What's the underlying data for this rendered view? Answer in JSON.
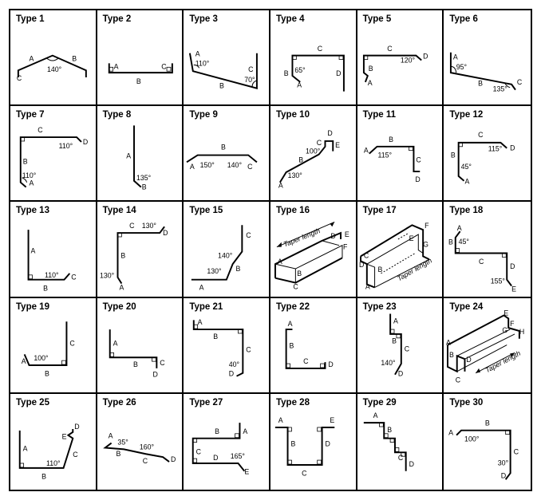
{
  "types": [
    {
      "title": "Type 1",
      "labels": {
        "a": "A",
        "b": "B",
        "c": "C",
        "ang": "140°"
      }
    },
    {
      "title": "Type 2",
      "labels": {
        "a": "A",
        "b": "B",
        "c": "C"
      }
    },
    {
      "title": "Type 3",
      "labels": {
        "a": "A",
        "b": "B",
        "c": "C",
        "ang1": "110°",
        "ang2": "70°"
      }
    },
    {
      "title": "Type 4",
      "labels": {
        "a": "A",
        "b": "B",
        "c": "C",
        "d": "D",
        "ang": "65°"
      }
    },
    {
      "title": "Type 5",
      "labels": {
        "a": "A",
        "b": "B",
        "c": "C",
        "d": "D",
        "ang": "120°"
      }
    },
    {
      "title": "Type 6",
      "labels": {
        "a": "A",
        "b": "B",
        "c": "C",
        "ang1": "95°",
        "ang2": "135°"
      }
    },
    {
      "title": "Type 7",
      "labels": {
        "a": "A",
        "b": "B",
        "c": "C",
        "d": "D",
        "ang1": "110°",
        "ang2": "110°"
      }
    },
    {
      "title": "Type 8",
      "labels": {
        "a": "A",
        "b": "B",
        "ang": "135°"
      }
    },
    {
      "title": "Type 9",
      "labels": {
        "a": "A",
        "b": "B",
        "c": "C",
        "ang1": "150°",
        "ang2": "140°"
      }
    },
    {
      "title": "Type 10",
      "labels": {
        "a": "A",
        "b": "B",
        "c": "C",
        "d": "D",
        "e": "E",
        "ang1": "100°",
        "ang2": "130°"
      }
    },
    {
      "title": "Type 11",
      "labels": {
        "a": "A",
        "b": "B",
        "c": "C",
        "d": "D",
        "ang": "115°"
      }
    },
    {
      "title": "Type 12",
      "labels": {
        "a": "A",
        "b": "B",
        "c": "C",
        "d": "D",
        "ang1": "115°",
        "ang2": "45°"
      }
    },
    {
      "title": "Type 13",
      "labels": {
        "a": "A",
        "b": "B",
        "c": "C",
        "ang": "110°"
      }
    },
    {
      "title": "Type 14",
      "labels": {
        "a": "A",
        "b": "B",
        "c": "C",
        "d": "D",
        "ang1": "130°",
        "ang2": "130°"
      }
    },
    {
      "title": "Type 15",
      "labels": {
        "a": "A",
        "b": "B",
        "c": "C",
        "ang1": "140°",
        "ang2": "130°"
      }
    },
    {
      "title": "Type 16",
      "labels": {
        "a": "A",
        "b": "B",
        "c": "C",
        "d": "D",
        "e": "E",
        "f": "F",
        "taper": "Taper length"
      }
    },
    {
      "title": "Type 17",
      "labels": {
        "a": "A",
        "b": "B",
        "c": "C",
        "d": "D",
        "e": "E",
        "f": "F",
        "g": "G",
        "taper": "Taper length"
      }
    },
    {
      "title": "Type 18",
      "labels": {
        "a": "A",
        "b": "B",
        "c": "C",
        "d": "D",
        "e": "E",
        "ang1": "45°",
        "ang2": "155°"
      }
    },
    {
      "title": "Type 19",
      "labels": {
        "a": "A",
        "b": "B",
        "c": "C",
        "ang": "100°"
      }
    },
    {
      "title": "Type 20",
      "labels": {
        "a": "A",
        "b": "B",
        "c": "C",
        "d": "D"
      }
    },
    {
      "title": "Type 21",
      "labels": {
        "a": "A",
        "b": "B",
        "c": "C",
        "d": "D",
        "ang": "40°"
      }
    },
    {
      "title": "Type 22",
      "labels": {
        "a": "A",
        "b": "B",
        "c": "C",
        "d": "D"
      }
    },
    {
      "title": "Type 23",
      "labels": {
        "a": "A",
        "b": "B",
        "c": "C",
        "d": "D",
        "ang": "140°"
      }
    },
    {
      "title": "Type 24",
      "labels": {
        "a": "A",
        "b": "B",
        "c": "C",
        "d": "D",
        "e": "E",
        "f": "F",
        "g": "G",
        "h": "H",
        "taper": "Taper length"
      }
    },
    {
      "title": "Type 25",
      "labels": {
        "a": "A",
        "b": "B",
        "c": "C",
        "d": "D",
        "e": "E",
        "ang": "110°"
      }
    },
    {
      "title": "Type 26",
      "labels": {
        "a": "A",
        "b": "B",
        "c": "C",
        "d": "D",
        "ang1": "35°",
        "ang2": "160°"
      }
    },
    {
      "title": "Type 27",
      "labels": {
        "a": "A",
        "b": "B",
        "c": "C",
        "d": "D",
        "e": "E",
        "ang": "165°"
      }
    },
    {
      "title": "Type 28",
      "labels": {
        "a": "A",
        "b": "B",
        "c": "C",
        "d": "D",
        "e": "E"
      }
    },
    {
      "title": "Type 29",
      "labels": {
        "a": "A",
        "b": "B",
        "c": "C",
        "d": "D"
      }
    },
    {
      "title": "Type 30",
      "labels": {
        "a": "A",
        "b": "B",
        "c": "C",
        "d": "D",
        "ang1": "100°",
        "ang2": "30°"
      }
    }
  ]
}
